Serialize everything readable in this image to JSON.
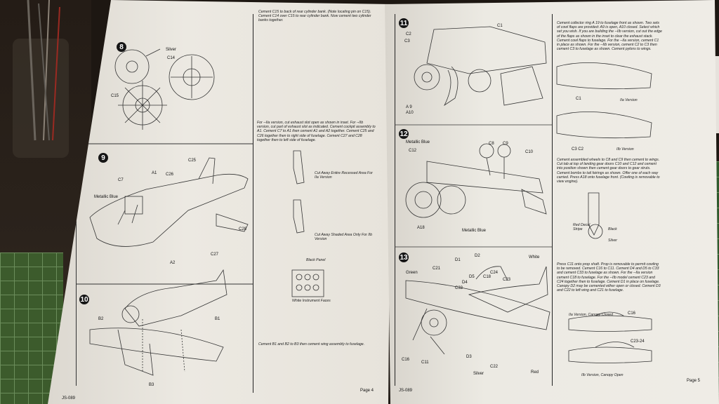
{
  "step_numbers": [
    "8",
    "9",
    "10",
    "11",
    "12",
    "13"
  ],
  "left_page": {
    "step8_text": "Cement C15 to back of rear cylinder bank. (Note locating pin on C15). Cement C14 over C15 to rear cylinder bank. Now cement two cylinder banks together.",
    "step9_text": "For --IIa version, cut exhaust slot open as shown in inset. For --IIb version, cut part of exhaust slot as indicated. Cement cockpit assembly to A1. Cement C7 to A1 then cement A1 and A2 together. Cement C25 and C26 together then to right side of fuselage. Cement C27 and C28 together then to left side of fuselage.",
    "cut_entire": "Cut Away Entire Recessed Area For IIa Version",
    "cut_shaded": "Cut Away Shaded Area Only For IIb Version",
    "black_panel": "Black Panel",
    "white_faces": "White Instrument Faces",
    "step10_text": "Cement B1 and B2 to B3 then cement wing assembly to fuselage.",
    "labels": {
      "silver": "Silver",
      "c14": "C14",
      "c15": "C15",
      "c25": "C25",
      "c26": "C26",
      "a1": "A1",
      "c7": "C7",
      "metallic_blue": "Metallic Blue",
      "c28": "C28",
      "c27": "C27",
      "a2": "A2",
      "b2": "B2",
      "b1": "B1",
      "b3": "B3"
    },
    "page_code": "JS-089",
    "page_num": "Page 4"
  },
  "right_page": {
    "step11_text": "Cement collector ring A 19 to fuselage front as shown. Two sets of cowl flaps are provided: A9 is open, A10 closed. Select which set you wish. If you are building the --IIb version, cut out the edge of the flaps as shown in the inset to clear the exhaust stack. Cement cowl flaps to fuselage. For the --IIa version, cement C1 in place as shown. For the --IIb version, cement C2 to C3 then cement C3 to fuselage as shown. Cement pylons to wings.",
    "iia_version": "IIa Version",
    "iib_version": "IIb Version",
    "step12_text": "Cement assembled wheels to C8 and C9 then cement to wings. Cut tab at top of landing gear doors C10 and C12 and cement into position shown then cement gear doors to gear struts. Cement bombs to tail fairings as shown. Offer one of each way carried. Press A18 onto fuselage front. (Cowling is removable to view engine).",
    "red_decal_stripe": "Red Decal Stripe",
    "black": "Black",
    "silver": "Silver",
    "step13_text": "Press C11 onto prop shaft. Prop is removable to permit cowling to be removed. Cement C16 to C11. Cement D4 and D5 to C33 and cement C33 to fuselage as shown. For the --IIa version cement C18 to fuselage. For the --IIb model cement C23 and C24 together then to fuselage. Cement D1 in place on fuselage. Canopy D2 may be cemented either open or closed. Cement D3 and C22 to left wing and C21 to fuselage.",
    "canopy_closed": "IIa Version, Canopy Closed",
    "canopy_open": "IIb Version, Canopy Open",
    "labels": {
      "c1": "C1",
      "c2": "C2",
      "c3": "C3",
      "a9": "A 9",
      "a10": "A10",
      "c3c2": "C3 C2",
      "c1_b": "C1",
      "metallic_blue": "Metallic Blue",
      "c12": "C12",
      "c8": "C8",
      "c9": "C9",
      "c10": "C10",
      "a18": "A18",
      "metallic_blue_2": "Metallic Blue",
      "green": "Green",
      "c21": "C21",
      "d1": "D1",
      "d2": "D2",
      "d4": "D4",
      "d5": "D5",
      "c33": "C33",
      "c18": "C18",
      "c24": "C24",
      "c23": "C23",
      "white": "White",
      "c16": "C16",
      "c11": "C11",
      "d3": "D3",
      "c22": "C22",
      "silver_b": "Silver",
      "red": "Red",
      "c16_b": "C16",
      "c2324": "C23-24"
    },
    "page_code": "JS-089",
    "page_num": "Page 5"
  }
}
